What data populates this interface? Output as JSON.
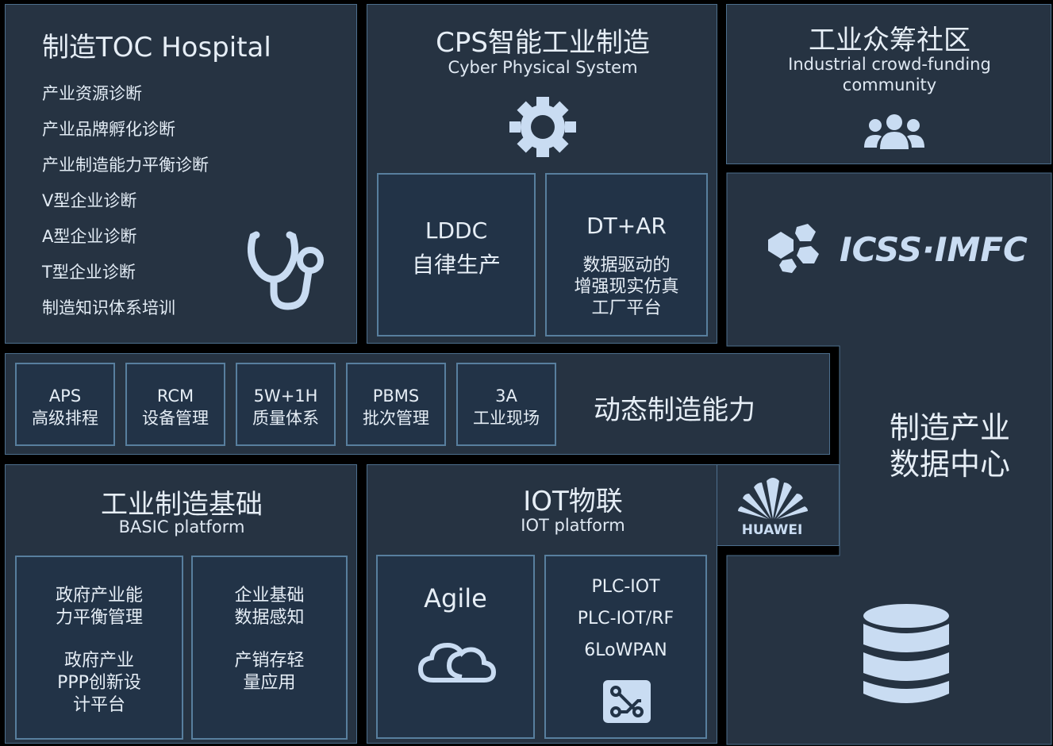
{
  "toc": {
    "title": "制造TOC Hospital",
    "items": [
      "产业资源诊断",
      "产业品牌孵化诊断",
      "产业制造能力平衡诊断",
      "V型企业诊断",
      "A型企业诊断",
      "T型企业诊断",
      "制造知识体系培训"
    ]
  },
  "cps": {
    "title": "CPS智能工业制造",
    "subtitle": "Cyber Physical System",
    "lddc": {
      "line1": "LDDC",
      "line2": "自律生产"
    },
    "dtar": {
      "line1": "DT+AR",
      "line2": "数据驱动的",
      "line3": "增强现实仿真",
      "line4": "工厂平台"
    }
  },
  "crowd": {
    "title": "工业众筹社区",
    "subtitle_line1": "Industrial crowd-funding",
    "subtitle_line2": "community"
  },
  "icss": {
    "logo_text": "ICSS·IMFC",
    "center_line1": "制造产业",
    "center_line2": "数据中心"
  },
  "dynamic": {
    "label": "动态制造能力",
    "modules": [
      {
        "line1": "APS",
        "line2": "高级排程"
      },
      {
        "line1": "RCM",
        "line2": "设备管理"
      },
      {
        "line1": "5W+1H",
        "line2": "质量体系"
      },
      {
        "line1": "PBMS",
        "line2": "批次管理"
      },
      {
        "line1": "3A",
        "line2": "工业现场"
      }
    ]
  },
  "basic": {
    "title": "工业制造基础",
    "subtitle": "BASIC platform",
    "left": {
      "p1_line1": "政府产业能",
      "p1_line2": "力平衡管理",
      "p2_line1": "政府产业",
      "p2_line2": "PPP创新设",
      "p2_line3": "计平台"
    },
    "right": {
      "p1_line1": "企业基础",
      "p1_line2": "数据感知",
      "p2_line1": "产销存轻",
      "p2_line2": "量应用"
    }
  },
  "iot": {
    "title": "IOT物联",
    "subtitle": "IOT platform",
    "huawei": "HUAWEI",
    "agile": "Agile",
    "plc": [
      "PLC-IOT",
      "PLC-IOT/RF",
      "6LoWPAN"
    ]
  },
  "icons": [
    "stethoscope-icon",
    "gear-icon",
    "people-icon",
    "cloud-icon",
    "circuit-icon",
    "database-icon",
    "huawei-logo-icon",
    "icss-logo-icon"
  ]
}
